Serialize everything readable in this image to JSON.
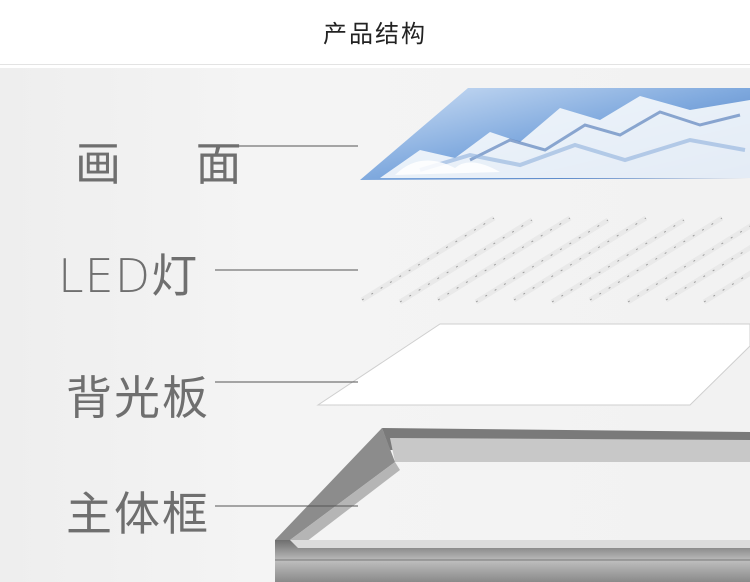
{
  "header": {
    "title": "产品结构"
  },
  "labels": {
    "screen": "画 面",
    "led": "LED灯",
    "backplate": "背光板",
    "frame": "主体框"
  },
  "colors": {
    "label_text": "#6f6f6f",
    "sky_blue": "#5b8fd6",
    "strip_pcb": "#f3f3f3",
    "frame_metal": "#9a9a9a"
  }
}
